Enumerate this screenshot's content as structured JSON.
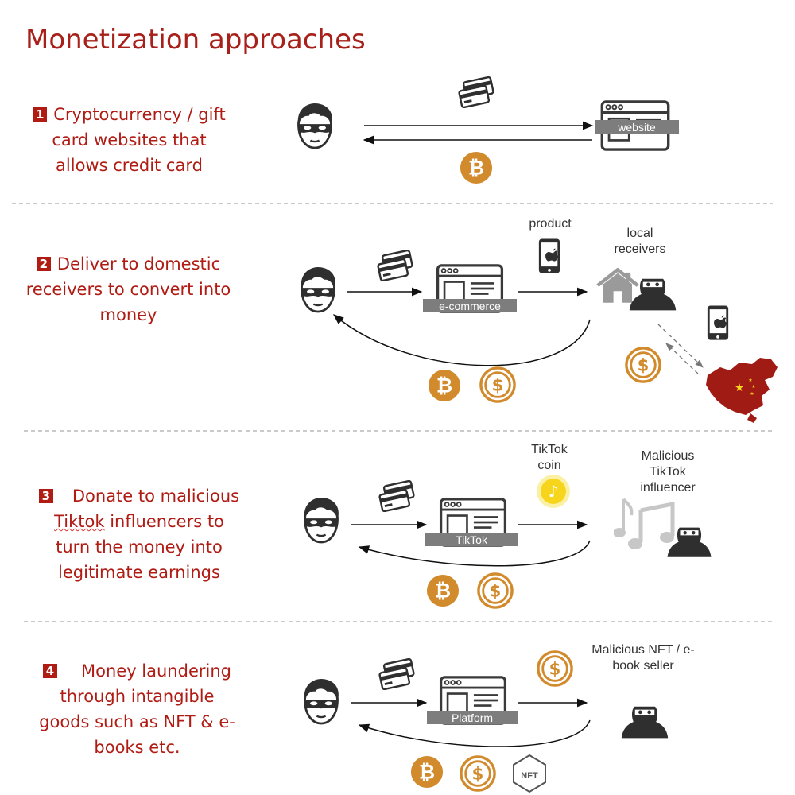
{
  "title": "Monetization approaches",
  "sections": [
    {
      "number": "1",
      "label_lines": [
        "Cryptocurrency / gift",
        "card websites that",
        "allows credit card"
      ],
      "platform": "website"
    },
    {
      "number": "2",
      "label_lines": [
        "Deliver to domestic",
        "receivers to convert into",
        "money"
      ],
      "platform": "e-commerce",
      "product_label": "product",
      "receiver_label": "local receivers"
    },
    {
      "number": "3",
      "label_lines": [
        "Donate to malicious",
        "influencers to",
        "turn the money into",
        "legitimate earnings"
      ],
      "underlined_word": "Tiktok",
      "platform": "TikTok",
      "coin_label": "TikTok coin",
      "receiver_label": "Malicious TikTok influencer"
    },
    {
      "number": "4",
      "label_lines": [
        "Money laundering",
        "through intangible",
        "goods such as NFT & e-",
        "books etc."
      ],
      "platform": "Platform",
      "receiver_label": "Malicious NFT / e-book seller"
    }
  ],
  "icons": {
    "bitcoin": "bitcoin-icon",
    "dollar": "dollar-coin-icon",
    "nft": "nft-icon",
    "cards": "credit-cards-icon",
    "hacker": "hacker-mask-icon",
    "browser": "browser-window-icon",
    "phone": "apple-phone-icon",
    "house": "house-icon",
    "music": "music-notes-icon",
    "tiktok": "tiktok-coin-icon",
    "map": "china-map-icon"
  },
  "colors": {
    "accent_red": "#b01c14",
    "coin_orange": "#d18a2c",
    "tiktok_yellow": "#f7d51d",
    "icon_dark": "#2f2f2f",
    "icon_grey": "#7a7a7a",
    "map_red": "#a01b14"
  }
}
